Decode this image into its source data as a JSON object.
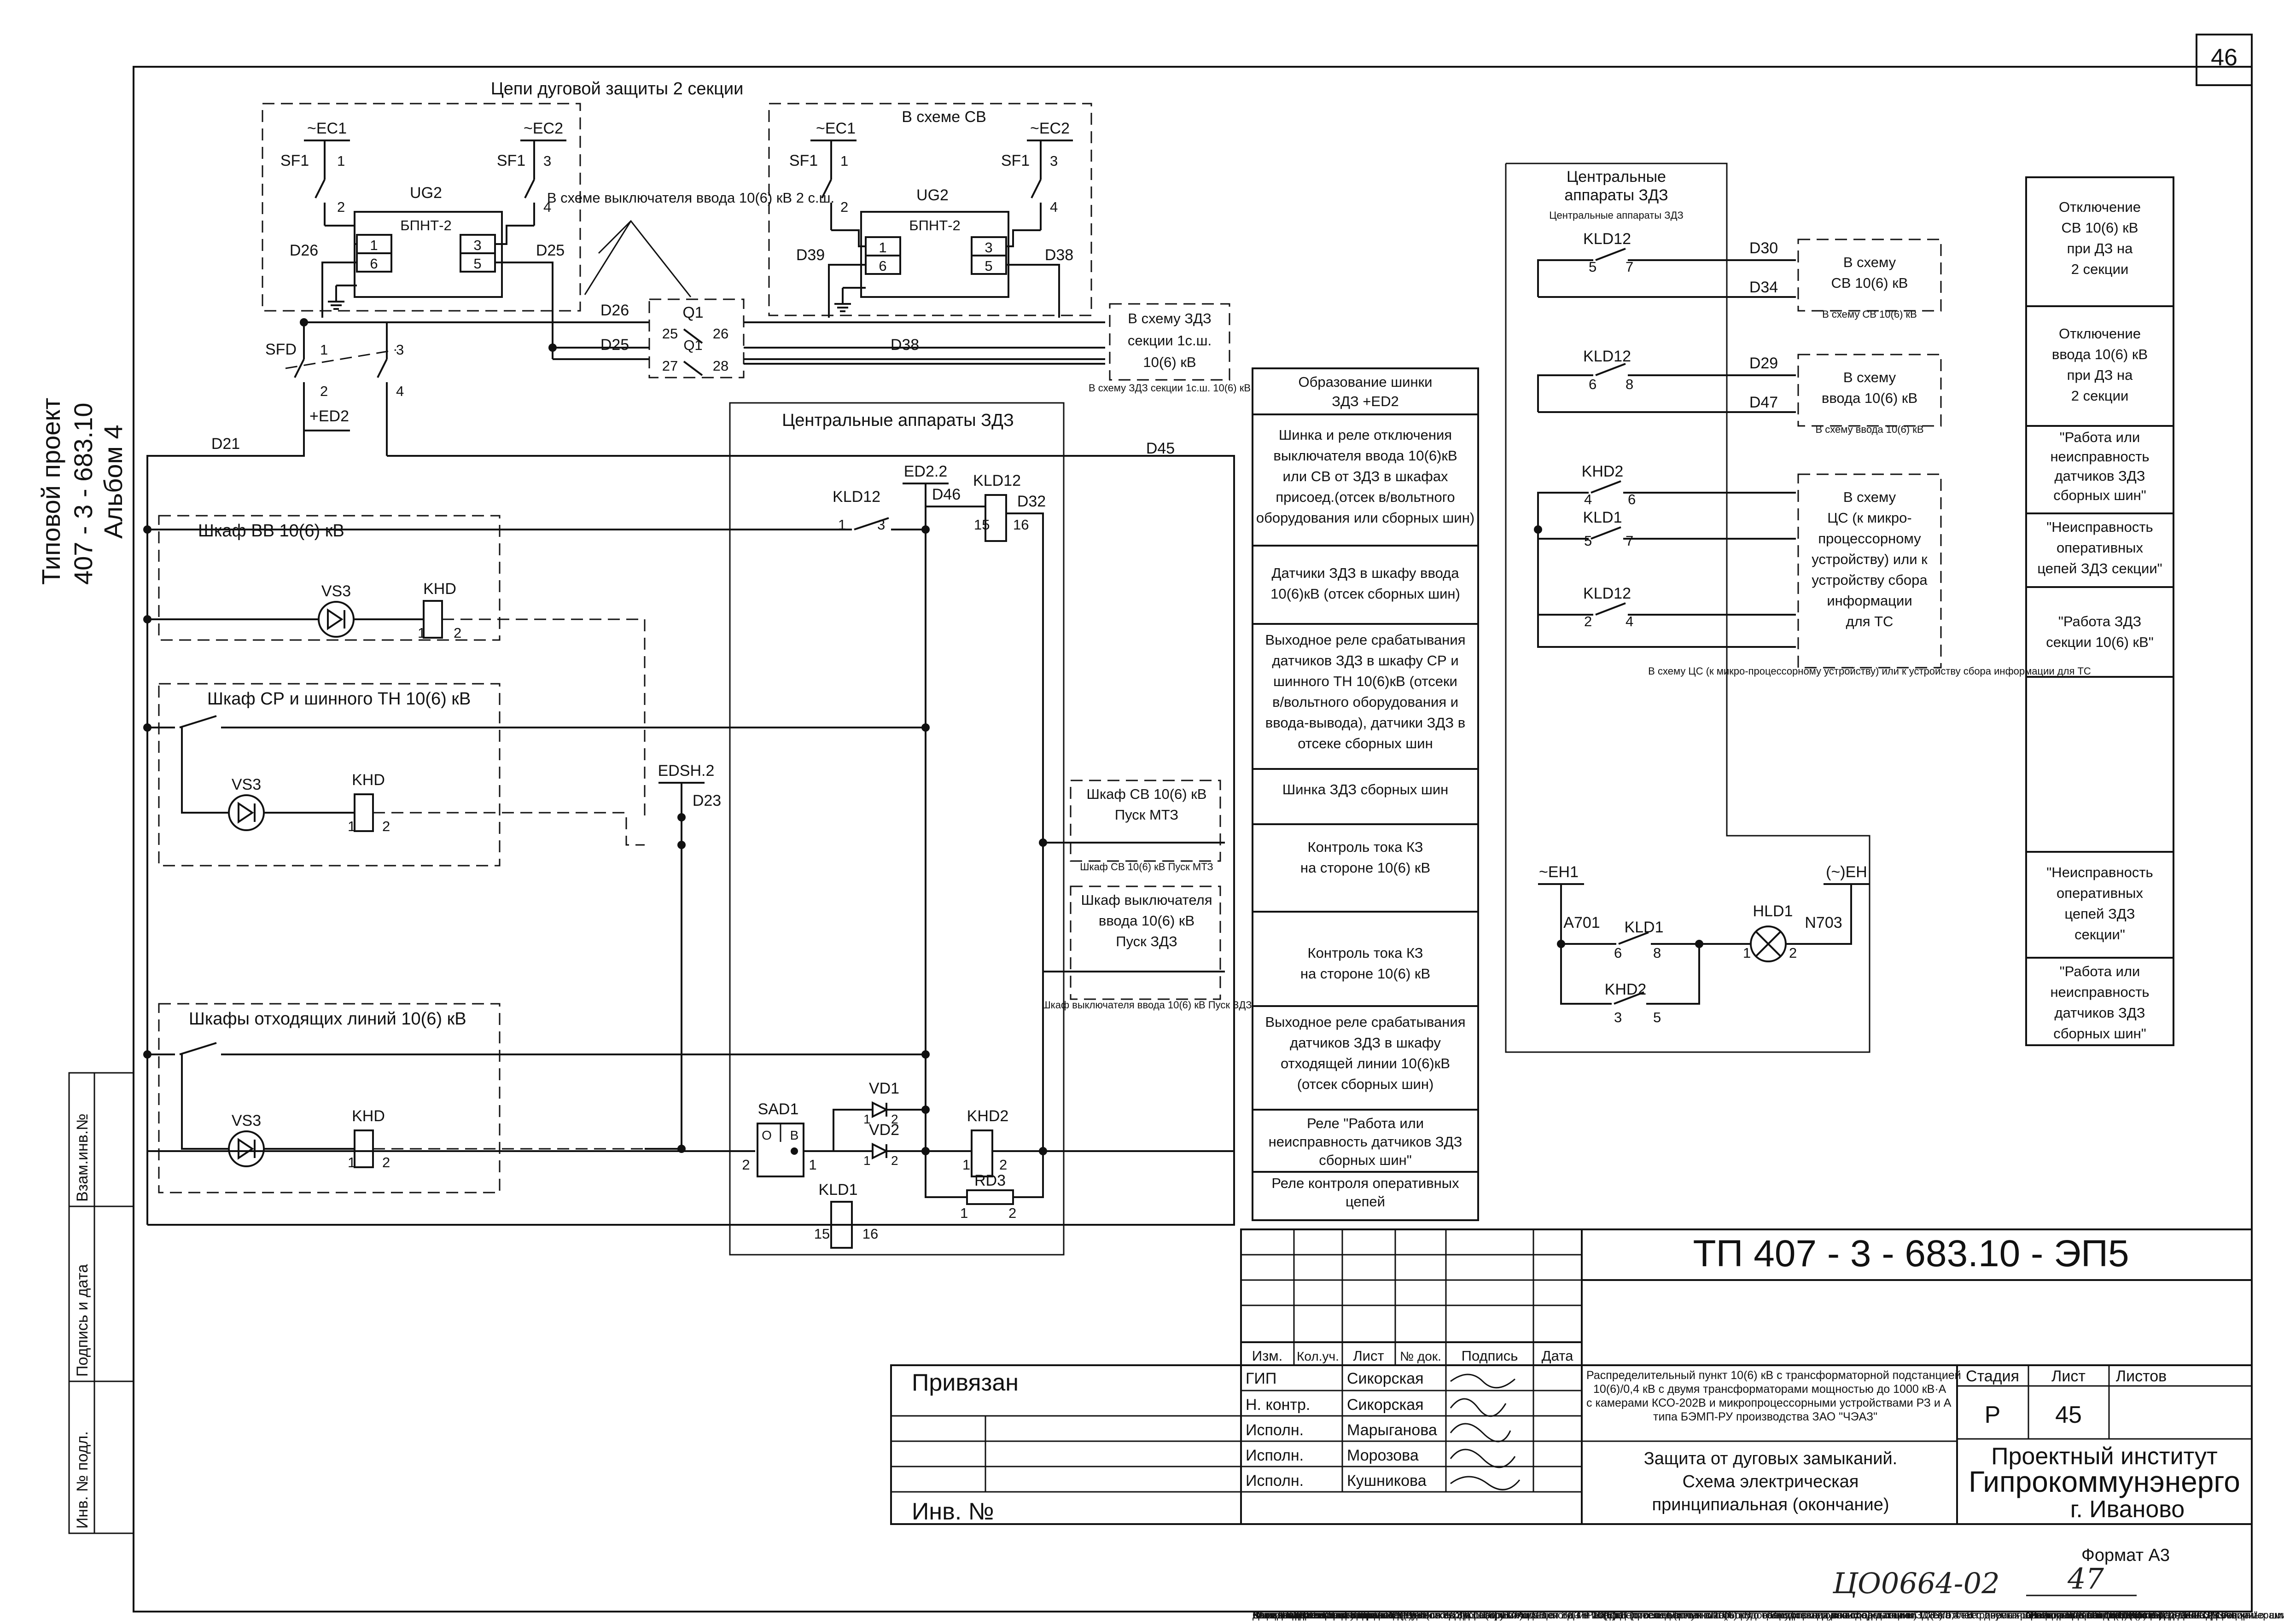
{
  "sheet_number": "46",
  "side_stamp": {
    "line1": "Типовой проект",
    "line2": "407 - 3 - 683.10",
    "line3": "Альбом 4"
  },
  "arc_block": {
    "title": "Цепи дуговой защиты 2 секции",
    "ec1": "~EC1",
    "ec2": "~EC2",
    "sf1": "SF1",
    "ug2": "UG2",
    "bpnt": "БПНТ-2",
    "d26": "D26",
    "d25": "D25",
    "sv_title": "В схеме СВ",
    "d39": "D39",
    "d38": "D38",
    "note": "В схеме выключателя ввода 10(6) кВ 2 с.ш.",
    "q1": "Q1",
    "sfd": "SFD",
    "ed2": "+ED2",
    "d21": "D21",
    "d45": "D45",
    "to_zdz": "В схему ЗДЗ секции 1с.ш. 10(6) кВ"
  },
  "numbers": [
    "1",
    "2",
    "3",
    "4",
    "5",
    "6",
    "25",
    "26",
    "27",
    "28",
    "15",
    "16",
    "8",
    "7"
  ],
  "central": {
    "title": "Центральные аппараты ЗДЗ",
    "kld12": "KLD12",
    "ed22": "ED2.2",
    "d46": "D46",
    "d32": "D32",
    "sad1": "SAD1",
    "sad_o": "О",
    "sad_v": "В",
    "vd1": "VD1",
    "vd2": "VD2",
    "khd2": "KHD2",
    "rd3": "RD3",
    "kld1": "KLD1"
  },
  "cabinets": {
    "vv": "Шкаф ВВ 10(6) кВ",
    "sr": "Шкаф СР и шинного ТН 10(6) кВ",
    "out": "Шкафы отходящих линий 10(6) кВ",
    "vs3": "VS3",
    "khd": "KHD",
    "edsh": "EDSH.2",
    "d23": "D23",
    "sv_mtz": "Шкаф СВ 10(6) кВ Пуск МТЗ",
    "vv_zdz": "Шкаф выключателя ввода 10(6) кВ Пуск ЗДЗ"
  },
  "legend": [
    "Образование шинки ЗДЗ +ED2",
    "Шинка и реле отключения выключателя ввода 10(6)кВ или СВ от ЗДЗ в шкафах присоед.(отсек в/вольтного оборудования или сборных шин)",
    "Датчики ЗДЗ в шкафу ввода 10(6)кВ (отсек сборных шин)",
    "Выходное реле срабатывания датчиков ЗДЗ в шкафу СР и шинного ТН 10(6)кВ (отсеки в/вольтного оборудования и ввода-вывода), датчики ЗДЗ в отсеке сборных шин",
    "Шинка ЗДЗ сборных шин",
    "Контроль тока КЗ на стороне 10(6) кВ",
    "Контроль тока КЗ на стороне 10(6) кВ",
    "Выходное реле срабатывания датчиков ЗДЗ в шкафу отходящей линии 10(6)кВ (отсек сборных шин)",
    "Реле \"Работа или неисправность датчиков ЗДЗ сборных шин\"",
    "Реле контроля оперативных цепей"
  ],
  "right_block": {
    "title": "Центральные аппараты ЗДЗ",
    "d30": "D30",
    "d34": "D34",
    "d29": "D29",
    "d47": "D47",
    "to_sv": "В схему СВ 10(6) кВ",
    "to_vvod": "В схему ввода 10(6) кВ",
    "to_cs": "В схему ЦС (к микро-процессорному устройству) или к устройству сбора информации для ТС",
    "eh1": "~EH1",
    "eh": "(~)EH",
    "a701": "A701",
    "n703": "N703",
    "hld1": "HLD1"
  },
  "signal_table": [
    "Отключение СВ 10(6) кВ при ДЗ на 2 секции",
    "Отключение ввода 10(6) кВ при ДЗ на 2 секции",
    "\"Работа или неисправность датчиков ЗДЗ сборных шин\"",
    "\"Неисправность оперативных цепей ЗДЗ секции\"",
    "\"Работа ЗДЗ секции 10(6) кВ\"",
    "",
    "\"Неисправность оперативных цепей ЗДЗ секции\"",
    "\"Работа или неисправность датчиков ЗДЗ сборных шин\""
  ],
  "title_block": {
    "doc_code": "ТП  407 - 3 - 683.10 - ЭП5",
    "headers": [
      "Изм.",
      "Кол.уч.",
      "Лист",
      "№ док.",
      "Подпись",
      "Дата"
    ],
    "roles": [
      "ГИП",
      "Н. контр.",
      "Исполн.",
      "Исполн.",
      "Исполн."
    ],
    "names": [
      "Сикорская",
      "Сикорская",
      "Марыганова",
      "Морозова",
      "Кушникова"
    ],
    "object": "Распределительный пункт 10(6) кВ с трансформаторной подстанцией 10(6)/0,4 кВ с двумя трансформаторами мощностью до 1000 кВ·А с камерами КСО-202В и микропроцессорными устройствами РЗ и А типа БЭМП-РУ производства ЗАО \"ЧЭАЗ\"",
    "sheet_title": "Защита от дуговых замыканий. Схема электрическая принципиальная (окончание)",
    "stage_label": "Стадия",
    "sheet_label": "Лист",
    "sheets_label": "Листов",
    "stage": "Р",
    "sheet": "45",
    "org_line1": "Проектный институт",
    "org_line2": "Гипрокоммунэнерго",
    "org_line3": "г. Иваново",
    "privyazan": "Привязан",
    "inv_no": "Инв. №",
    "format": "Формат А3",
    "handwritten_code": "ЦО0664-02",
    "handwritten_sheet": "47"
  },
  "left_margin": [
    "Взам.инв.№",
    "Подпись и дата",
    "Инв. № подл."
  ]
}
